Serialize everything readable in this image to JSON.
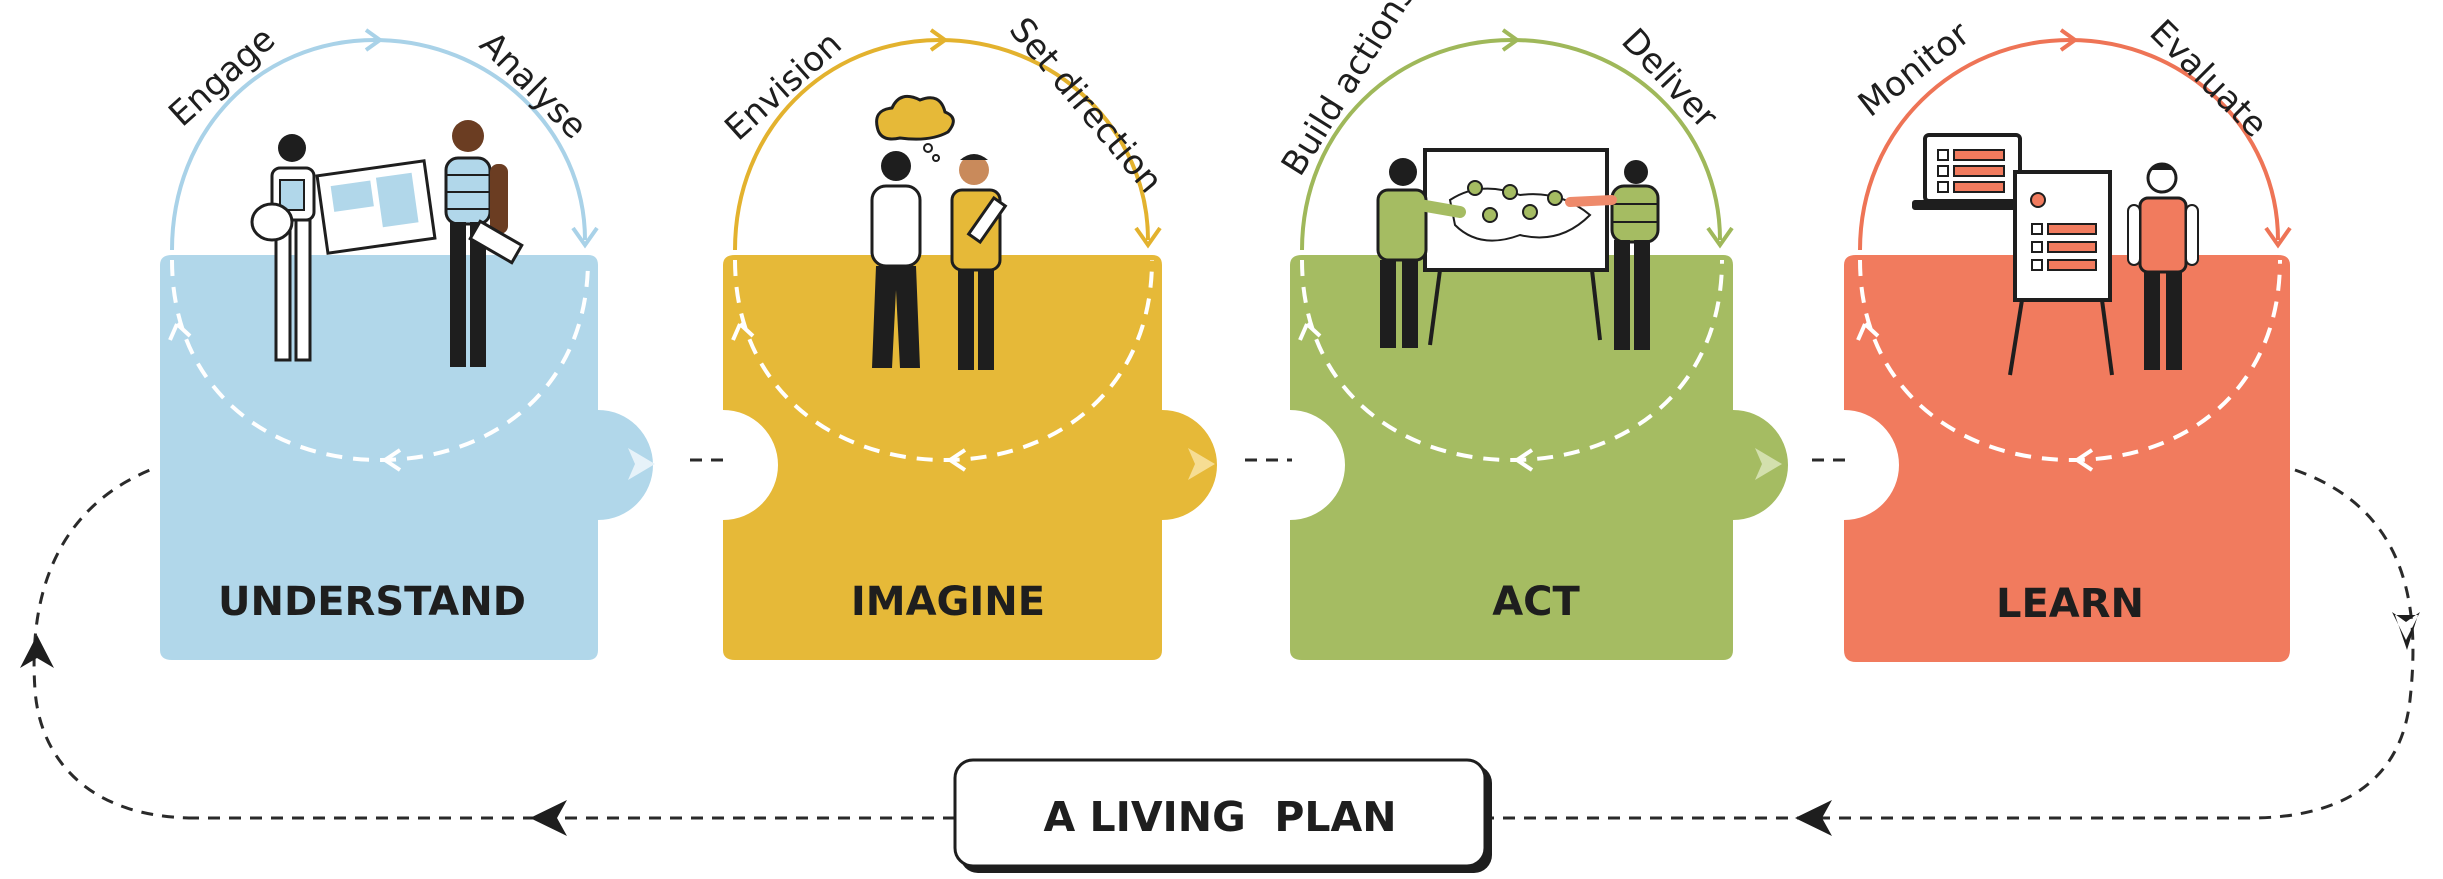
{
  "stages": [
    {
      "id": "understand",
      "label": "UNDERSTAND",
      "arc_left": "Engage",
      "arc_right": "Analyse",
      "color": "#b1d7ea",
      "arc_color": "#a9d2e8",
      "icon": "people-with-map-icon"
    },
    {
      "id": "imagine",
      "label": "IMAGINE",
      "arc_left": "Envision",
      "arc_right": "Set direction",
      "color": "#e6b938",
      "arc_color": "#e3b22e",
      "icon": "people-thinking-icon"
    },
    {
      "id": "act",
      "label": "ACT",
      "arc_left": "Build actions",
      "arc_right": "Deliver",
      "color": "#a5bc62",
      "arc_color": "#9fb85a",
      "icon": "people-at-map-board-icon"
    },
    {
      "id": "learn",
      "label": "LEARN",
      "arc_left": "Monitor",
      "arc_right": "Evaluate",
      "color": "#f17b5e",
      "arc_color": "#ee7456",
      "icon": "person-with-reports-icon"
    }
  ],
  "plan": {
    "label": "A LIVING  PLAN"
  },
  "colors": {
    "ink": "#1e1e1e",
    "connector": "#2a2a2a"
  }
}
